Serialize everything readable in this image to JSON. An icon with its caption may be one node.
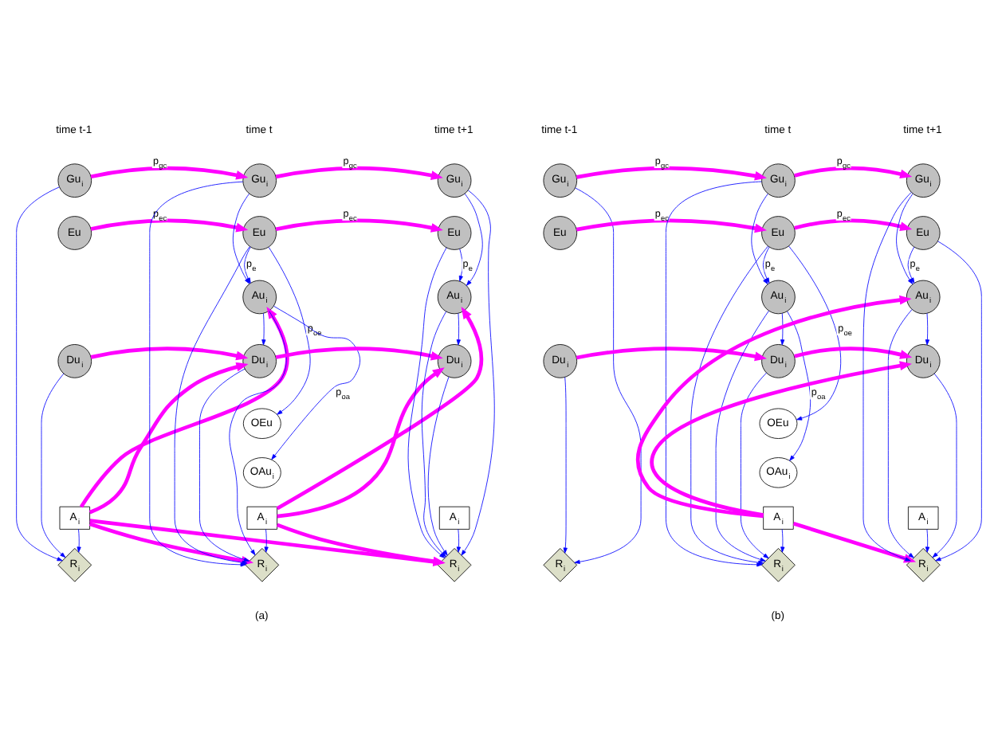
{
  "diagram": {
    "nodes": [
      {
        "text": [
          "Gu$_{i}$"
        ]
      },
      {
        "text": [
          "Eu"
        ]
      },
      {
        "text": [
          "Du$_{i}$"
        ]
      },
      {
        "text": [
          "A$_{i}$"
        ]
      },
      {
        "text": [
          "R$_{i}$"
        ]
      },
      {
        "text": [
          "Gu$_{i}$"
        ]
      },
      {
        "text": [
          "Eu"
        ]
      },
      {
        "text": [
          "Au$_{i}$"
        ]
      },
      {
        "text": [
          "Du$_{i}$"
        ]
      },
      {
        "text": [
          "OEu"
        ]
      },
      {
        "text": [
          "OAu$_{i}$"
        ]
      },
      {
        "text": [
          "A$_{i}$"
        ]
      },
      {
        "text": [
          "R$_{i}$"
        ]
      },
      {
        "text": [
          "Gu$_{i}$"
        ]
      },
      {
        "text": [
          "Eu"
        ]
      },
      {
        "text": [
          "Au$_{i}$"
        ]
      },
      {
        "text": [
          "Du$_{i}$"
        ]
      },
      {
        "text": [
          "A$_{i}$"
        ]
      },
      {
        "text": [
          "R$_{i}$"
        ]
      },
      {
        "text": [
          "Gu$_{i}$"
        ]
      },
      {
        "text": [
          "Eu"
        ]
      },
      {
        "text": [
          "Du$_{i}$"
        ]
      },
      {
        "text": [
          "R$_{i}$"
        ]
      },
      {
        "text": [
          "Gu$_{i}$"
        ]
      },
      {
        "text": [
          "Eu"
        ]
      },
      {
        "text": [
          "Au$_{i}$"
        ]
      },
      {
        "text": [
          "Du$_{i}$"
        ]
      },
      {
        "text": [
          "OEu"
        ]
      },
      {
        "text": [
          "OAu$_{i}$"
        ]
      },
      {
        "text": [
          "A$_{i}$"
        ]
      },
      {
        "text": [
          "R$_{i}$"
        ]
      },
      {
        "text": [
          "Gu$_{i}$"
        ]
      },
      {
        "text": [
          "Eu"
        ]
      },
      {
        "text": [
          "Au$_{i}$"
        ]
      },
      {
        "text": [
          "Du$_{i}$"
        ]
      },
      {
        "text": [
          "A$_{i}$"
        ]
      },
      {
        "text": [
          "R$_{i}$"
        ]
      }
    ],
    "edges": [
      {
        "from": 0,
        "to": 5,
        "arrow": "to",
        "label": "p$_{gc}$",
        "style": "thick",
        "color": "#ff00ff"
      },
      {
        "from": 5,
        "to": 13,
        "arrow": "to",
        "label": "p$_{gc}$",
        "style": "thick",
        "color": "#ff00ff"
      },
      {
        "from": 1,
        "to": 6,
        "arrow": "to",
        "label": "p$_{ec}$",
        "style": "thick",
        "color": "#ff00ff"
      },
      {
        "from": 6,
        "to": 14,
        "arrow": "to",
        "label": "p$_{ec}$",
        "style": "thick",
        "color": "#ff00ff"
      },
      {
        "from": 6,
        "to": 7,
        "arrow": "to",
        "label": "p$_{e}$"
      },
      {
        "from": 14,
        "to": 15,
        "arrow": "to",
        "label": "p$_{e}$"
      },
      {
        "from": 5,
        "to": 7,
        "arrow": "to"
      },
      {
        "from": 13,
        "to": 15,
        "arrow": "to"
      },
      {
        "from": 7,
        "to": 8,
        "arrow": "to"
      },
      {
        "from": 15,
        "to": 16,
        "arrow": "to"
      },
      {
        "from": 2,
        "to": 8,
        "arrow": "to",
        "style": "thick",
        "color": "#ff00ff"
      },
      {
        "from": 8,
        "to": 16,
        "arrow": "to",
        "style": "thick",
        "color": "#ff00ff"
      },
      {
        "from": 6,
        "to": 9,
        "arrow": "to",
        "label": "p$_{oe}$"
      },
      {
        "from": 7,
        "to": 10,
        "arrow": "to",
        "label": "p$_{oa}$"
      },
      {
        "from": 3,
        "to": 7,
        "arrow": "to",
        "style": "thick",
        "color": "#ff00ff"
      },
      {
        "from": 3,
        "to": 8,
        "arrow": "to",
        "style": "thick",
        "color": "#ff00ff"
      },
      {
        "from": 11,
        "to": 15,
        "arrow": "to",
        "style": "thick",
        "color": "#ff00ff"
      },
      {
        "from": 11,
        "to": 16,
        "arrow": "to",
        "style": "thick",
        "color": "#ff00ff"
      },
      {
        "from": 3,
        "to": 4,
        "arrow": "to"
      },
      {
        "from": 3,
        "to": 12,
        "arrow": "to",
        "style": "thick",
        "color": "#ff00ff"
      },
      {
        "from": 3,
        "to": 18,
        "arrow": "to",
        "style": "thick",
        "color": "#ff00ff"
      },
      {
        "from": 11,
        "to": 12,
        "arrow": "to"
      },
      {
        "from": 11,
        "to": 18,
        "arrow": "to",
        "style": "thick",
        "color": "#ff00ff"
      },
      {
        "from": 17,
        "to": 18,
        "arrow": "to"
      },
      {
        "from": 0,
        "to": 4,
        "arrow": "to"
      },
      {
        "from": 2,
        "to": 4,
        "arrow": "to"
      },
      {
        "from": 5,
        "to": 12,
        "arrow": "to"
      },
      {
        "from": 6,
        "to": 12,
        "arrow": "to"
      },
      {
        "from": 7,
        "to": 12,
        "arrow": "to"
      },
      {
        "from": 8,
        "to": 12,
        "arrow": "to"
      },
      {
        "from": 13,
        "to": 18,
        "arrow": "to"
      },
      {
        "from": 14,
        "to": 18,
        "arrow": "to"
      },
      {
        "from": 15,
        "to": 18,
        "arrow": "to"
      },
      {
        "from": 16,
        "to": 18,
        "arrow": "to"
      },
      {
        "from": 19,
        "to": 23,
        "arrow": "to",
        "label": "p$_{gc}$",
        "style": "thick",
        "color": "#ff00ff"
      },
      {
        "from": 23,
        "to": 31,
        "arrow": "to",
        "label": "p$_{gc}$",
        "style": "thick",
        "color": "#ff00ff"
      },
      {
        "from": 20,
        "to": 24,
        "arrow": "to",
        "label": "p$_{ec}$",
        "style": "thick",
        "color": "#ff00ff"
      },
      {
        "from": 24,
        "to": 32,
        "arrow": "to",
        "label": "p$_{ec}$",
        "style": "thick",
        "color": "#ff00ff"
      },
      {
        "from": 24,
        "to": 25,
        "arrow": "to",
        "label": "p$_{e}$"
      },
      {
        "from": 32,
        "to": 33,
        "arrow": "to",
        "label": "p$_{e}$"
      },
      {
        "from": 23,
        "to": 25,
        "arrow": "to"
      },
      {
        "from": 31,
        "to": 33,
        "arrow": "to"
      },
      {
        "from": 25,
        "to": 26,
        "arrow": "to"
      },
      {
        "from": 33,
        "to": 34,
        "arrow": "to"
      },
      {
        "from": 21,
        "to": 26,
        "arrow": "to",
        "style": "thick",
        "color": "#ff00ff"
      },
      {
        "from": 26,
        "to": 34,
        "arrow": "to",
        "style": "thick",
        "color": "#ff00ff"
      },
      {
        "from": 24,
        "to": 27,
        "arrow": "to",
        "label": "p$_{oe}$"
      },
      {
        "from": 25,
        "to": 28,
        "arrow": "to",
        "label": "p$_{oa}$"
      },
      {
        "from": 29,
        "to": 33,
        "arrow": "to",
        "style": "thick",
        "color": "#ff00ff"
      },
      {
        "from": 29,
        "to": 34,
        "arrow": "to",
        "style": "thick",
        "color": "#ff00ff"
      },
      {
        "from": 29,
        "to": 30,
        "arrow": "to"
      },
      {
        "from": 29,
        "to": 36,
        "arrow": "to",
        "style": "thick",
        "color": "#ff00ff"
      },
      {
        "from": 35,
        "to": 36,
        "arrow": "to"
      },
      {
        "from": 19,
        "to": 22,
        "arrow": "to"
      },
      {
        "from": 21,
        "to": 22,
        "arrow": "to"
      },
      {
        "from": 23,
        "to": 30,
        "arrow": "to"
      },
      {
        "from": 24,
        "to": 30,
        "arrow": "to"
      },
      {
        "from": 25,
        "to": 30,
        "arrow": "to"
      },
      {
        "from": 26,
        "to": 30,
        "arrow": "to"
      },
      {
        "from": 31,
        "to": 36,
        "arrow": "to"
      },
      {
        "from": 32,
        "to": 36,
        "arrow": "to"
      },
      {
        "from": 33,
        "to": 36,
        "arrow": "to"
      },
      {
        "from": 34,
        "to": 36,
        "arrow": "to"
      }
    ],
    "labels": [
      "time t-1",
      "time t",
      "time t+1",
      "(a)",
      "time t-1",
      "time t",
      "time t+1",
      "(b)"
    ]
  }
}
